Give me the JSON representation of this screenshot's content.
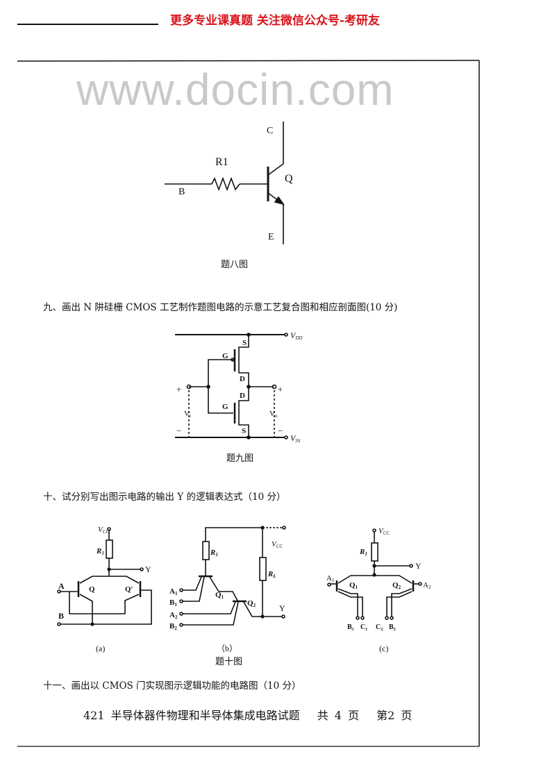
{
  "banner": "更多专业课真题 关注微信公众号-考研友",
  "figure8": {
    "label_C": "C",
    "label_R1": "R1",
    "label_B": "B",
    "label_Q": "Q",
    "label_E": "E",
    "caption": "题八图"
  },
  "question9": "九、画出 N 阱硅栅 CMOS 工艺制作题图电路的示意工艺复合图和相应剖面图(10 分)",
  "figure9": {
    "vdd": "V",
    "vdd_sub": "DD",
    "vss": "V",
    "vss_sub": "SS",
    "S": "S",
    "G": "G",
    "D": "D",
    "plus": "+",
    "minus": "−",
    "vi": "V",
    "vi_sub": "i",
    "vo": "V",
    "vo_sub": "o",
    "caption": "题九图"
  },
  "watermark": "www.docin.com",
  "question10": "十、试分别写出图示电路的输出 Y 的逻辑表达式（10 分）",
  "figure10": {
    "a": {
      "vcc": "V",
      "vcc_sub": "CC",
      "r1": "R",
      "r1_sub": "1",
      "y": "Y",
      "A": "A",
      "B": "B",
      "q": "Q",
      "q2": "Q′",
      "caption": "(a)"
    },
    "b": {
      "vcc": "V",
      "vcc_sub": "CC",
      "r1": "R",
      "r1_sub": "1",
      "rl": "R",
      "rl_sub": "L",
      "a1": "A",
      "a1_sub": "1",
      "b1": "B",
      "b1_sub": "1",
      "a2": "A",
      "a2_sub": "2",
      "b2": "B",
      "b2_sub": "2",
      "q1": "Q",
      "q1_sub": "1",
      "q2": "Q",
      "q2_sub": "2",
      "y": "Y",
      "caption": "（b）"
    },
    "c": {
      "vcc": "V",
      "vcc_sub": "CC",
      "r1": "R",
      "r1_sub": "1",
      "y": "Y",
      "a1": "A",
      "a1_sub": "1",
      "a2": "A",
      "a2_sub": "2",
      "q1": "Q",
      "q1_sub": "1",
      "q2": "Q",
      "q2_sub": "2",
      "b1": "B",
      "b1_sub": "1",
      "c1": "C",
      "c1_sub": "1",
      "c2": "C",
      "c2_sub": "2",
      "b2": "B",
      "b2_sub": "2",
      "caption": "(c)"
    },
    "caption": "题十图"
  },
  "question11": "十一、画出以 CMOS 门实现图示逻辑功能的电路图（10 分）",
  "footer": "421 半导体器件物理和半导体集成电路试题　 共 4 页　 第2 页"
}
